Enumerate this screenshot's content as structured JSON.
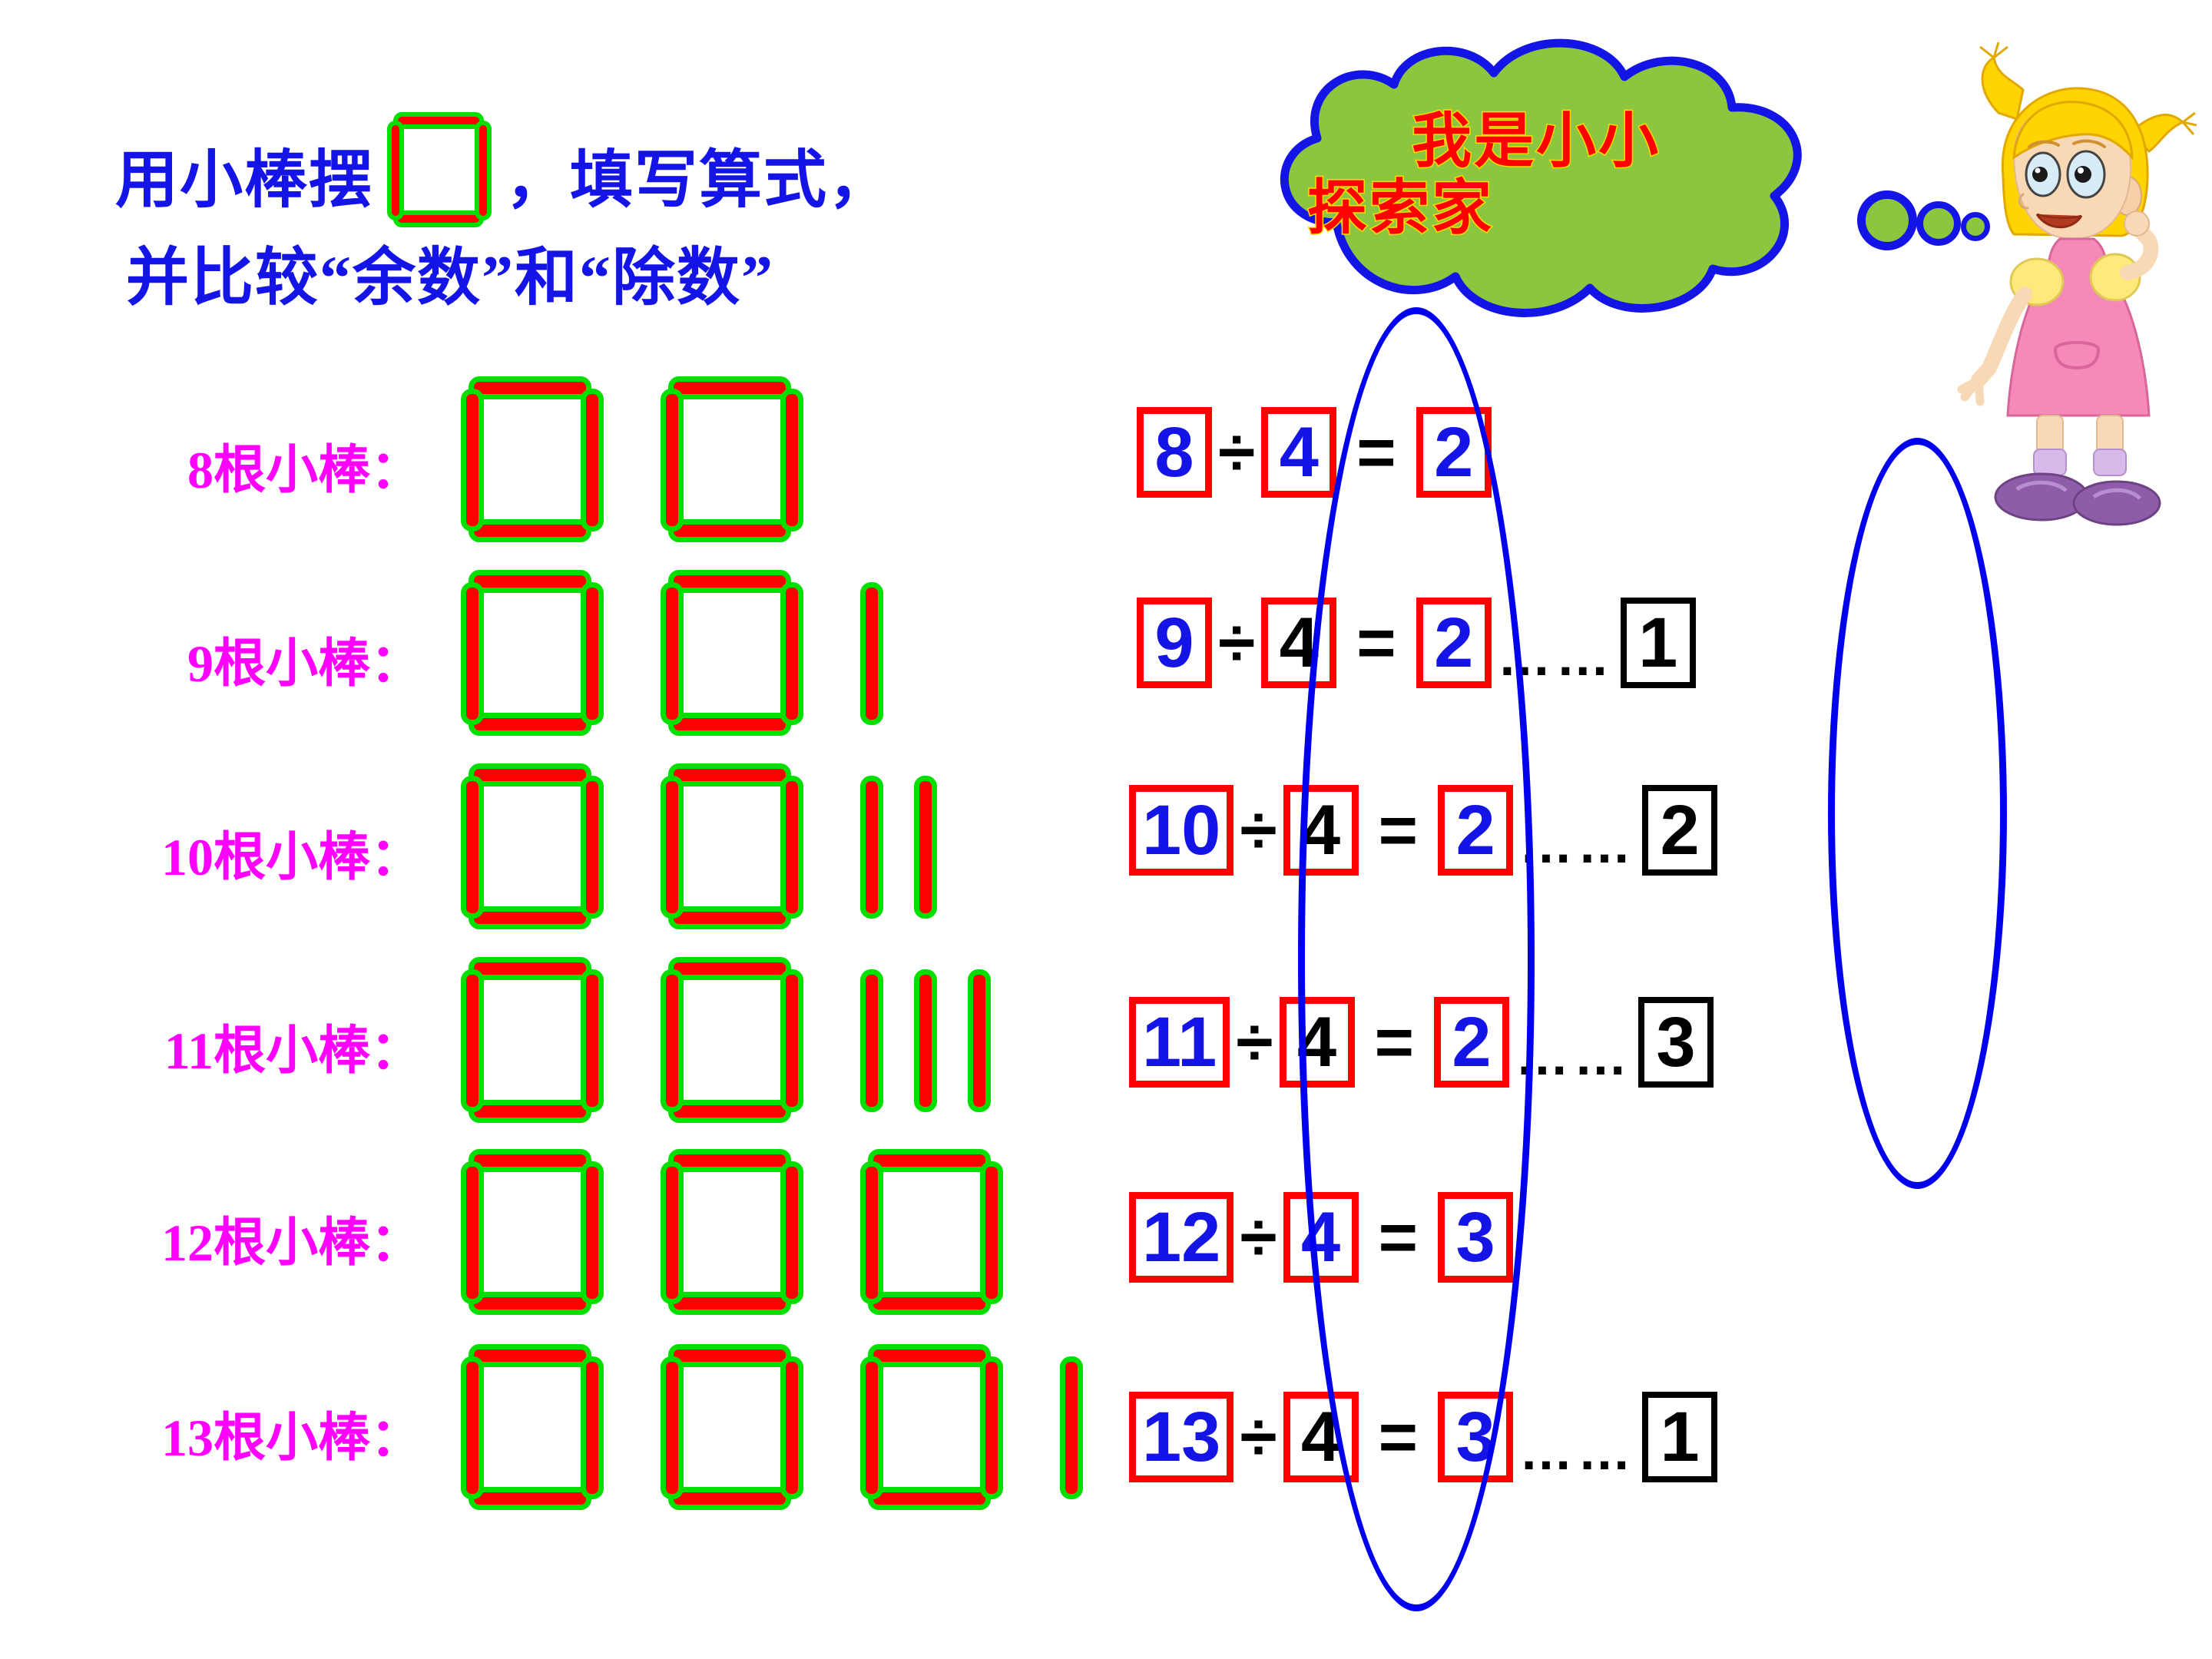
{
  "title": {
    "line1_before": "用小棒摆",
    "line1_after": "，填写算式，",
    "line2": "并比较“余数”和“除数”"
  },
  "cloud": {
    "line1": "我是小小",
    "line2": "探索家",
    "fill_color": "#8cc63f",
    "border_color": "#1414e6",
    "text_color": "#ff0000",
    "text_outline_color": "#ffdd00"
  },
  "character": {
    "name": "cartoon-girl",
    "hair_color": "#ffd400",
    "dress_color": "#f589b8",
    "shoe_color": "#8e5ca8"
  },
  "colors": {
    "title_text": "#1414e6",
    "row_label": "#ff00ff",
    "stick_fill": "#ff0000",
    "stick_outline": "#00e000",
    "box_border_red": "#ff0000",
    "box_border_black": "#000000",
    "digit_blue": "#1414e6",
    "digit_black": "#000000",
    "ellipse": "#0000ee"
  },
  "rows": [
    {
      "label": "8根小棒：",
      "squares": 2,
      "loose": 0,
      "dividend": "8",
      "divisor": "4",
      "divisor_color": "blue",
      "quotient": "2",
      "has_remainder": false,
      "remainder": ""
    },
    {
      "label": "9根小棒：",
      "squares": 2,
      "loose": 1,
      "dividend": "9",
      "divisor": "4",
      "divisor_color": "black",
      "quotient": "2",
      "has_remainder": true,
      "remainder": "1"
    },
    {
      "label": "10根小棒：",
      "squares": 2,
      "loose": 2,
      "dividend": "10",
      "divisor": "4",
      "divisor_color": "black",
      "quotient": "2",
      "has_remainder": true,
      "remainder": "2"
    },
    {
      "label": "11根小棒：",
      "squares": 2,
      "loose": 3,
      "dividend": "11",
      "divisor": "4",
      "divisor_color": "black",
      "quotient": "2",
      "has_remainder": true,
      "remainder": "3"
    },
    {
      "label": "12根小棒：",
      "squares": 3,
      "loose": 0,
      "dividend": "12",
      "divisor": "4",
      "divisor_color": "blue",
      "quotient": "3",
      "has_remainder": false,
      "remainder": ""
    },
    {
      "label": "13根小棒：",
      "squares": 3,
      "loose": 1,
      "dividend": "13",
      "divisor": "4",
      "divisor_color": "black",
      "quotient": "3",
      "has_remainder": true,
      "remainder": "1"
    }
  ],
  "operators": {
    "divide": "÷",
    "equals": "=",
    "remainder_dots": "……"
  },
  "highlights": {
    "divisor_circle_label": "divisor-column-highlight",
    "remainder_circle_label": "remainder-column-highlight"
  }
}
